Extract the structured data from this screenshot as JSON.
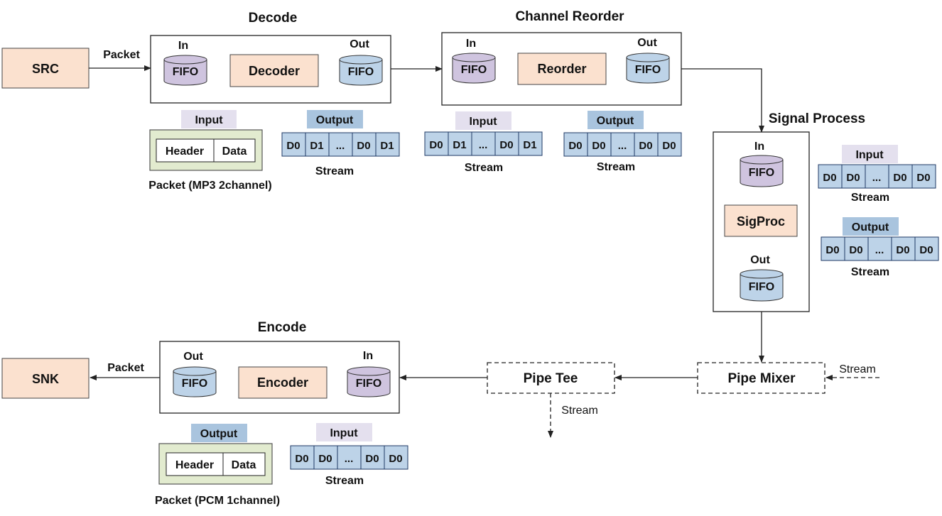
{
  "decode": {
    "title": "Decode",
    "in_label": "In",
    "out_label": "Out",
    "fifo_in": "FIFO",
    "fifo_out": "FIFO",
    "module": "Decoder",
    "input_label": "Input",
    "output_label": "Output",
    "packet_header": "Header",
    "packet_data": "Data",
    "packet_caption": "Packet (MP3 2channel)",
    "output_stream": [
      "D0",
      "D1",
      "...",
      "D0",
      "D1"
    ],
    "stream_caption": "Stream"
  },
  "reorder": {
    "title": "Channel Reorder",
    "in_label": "In",
    "out_label": "Out",
    "fifo_in": "FIFO",
    "fifo_out": "FIFO",
    "module": "Reorder",
    "input_label": "Input",
    "output_label": "Output",
    "input_stream": [
      "D0",
      "D1",
      "...",
      "D0",
      "D1"
    ],
    "output_stream": [
      "D0",
      "D0",
      "...",
      "D0",
      "D0"
    ],
    "input_caption": "Stream",
    "output_caption": "Stream"
  },
  "sigproc": {
    "title": "Signal Process",
    "in_label": "In",
    "out_label": "Out",
    "fifo_in": "FIFO",
    "fifo_out": "FIFO",
    "module": "SigProc",
    "input_label": "Input",
    "output_label": "Output",
    "input_stream": [
      "D0",
      "D0",
      "...",
      "D0",
      "D0"
    ],
    "output_stream": [
      "D0",
      "D0",
      "...",
      "D0",
      "D0"
    ],
    "input_caption": "Stream",
    "output_caption": "Stream"
  },
  "encode": {
    "title": "Encode",
    "in_label": "In",
    "out_label": "Out",
    "fifo_in": "FIFO",
    "fifo_out": "FIFO",
    "module": "Encoder",
    "input_label": "Input",
    "output_label": "Output",
    "packet_header": "Header",
    "packet_data": "Data",
    "packet_caption": "Packet (PCM 1channel)",
    "input_stream": [
      "D0",
      "D0",
      "...",
      "D0",
      "D0"
    ],
    "stream_caption": "Stream"
  },
  "src": "SRC",
  "snk": "SNK",
  "pipe_tee": "Pipe Tee",
  "pipe_mixer": "Pipe Mixer",
  "edge_labels": {
    "src_packet": "Packet",
    "snk_packet": "Packet",
    "mixer_stream": "Stream",
    "tee_stream": "Stream"
  },
  "colors": {
    "module_fill": "#fbe1cf",
    "stream_cell": "#bdd3e8",
    "fifo_in": "#cfc4df",
    "fifo_out": "#bdd3e8",
    "packet_fill": "#e2ebcf",
    "input_tag": "#e4e0ee",
    "output_tag": "#a9c4de"
  }
}
